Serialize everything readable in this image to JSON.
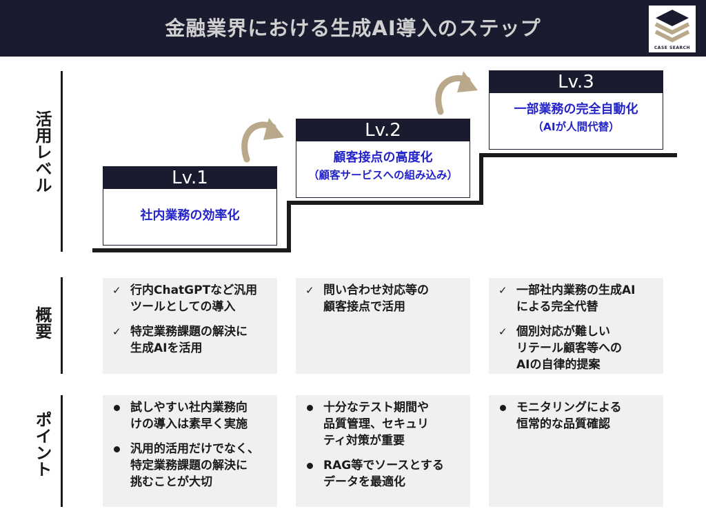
{
  "header": {
    "title": "金融業界における生成AI導入のステップ",
    "logo_text": "CASE SEARCH",
    "logo_icon": "stacked-chevrons-logo"
  },
  "row_labels": {
    "level": "活用レベル",
    "overview": "概要",
    "points": "ポイント"
  },
  "levels": [
    {
      "badge": "Lv.1",
      "title": "社内業務の効率化",
      "subtitle": ""
    },
    {
      "badge": "Lv.2",
      "title": "顧客接点の高度化",
      "subtitle": "（顧客サービスへの組み込み）"
    },
    {
      "badge": "Lv.3",
      "title": "一部業務の完全自動化",
      "subtitle": "（AIが人間代替）"
    }
  ],
  "overview": [
    [
      "行内ChatGPTなど汎用\nツールとしての導入",
      "特定業務課題の解決に\n生成AIを活用"
    ],
    [
      "問い合わせ対応等の\n顧客接点で活用"
    ],
    [
      "一部社内業務の生成AI\nによる完全代替",
      "個別対応が難しい\nリテール顧客等への\nAIの自律的提案"
    ]
  ],
  "points": [
    [
      "試しやすい社内業務向\nけの導入は素早く実施",
      "汎用的活用だけでなく、\n特定業務課題の解決に\n挑むことが大切"
    ],
    [
      "十分なテスト期間や\n品質管理、セキュリ\nティ対策が重要",
      "RAG等でソースとする\nデータを最適化"
    ],
    [
      "モニタリングによる\n恒常的な品質確認"
    ]
  ],
  "symbols": {
    "check": "✓"
  },
  "colors": {
    "navy": "#1b1b30",
    "accent_blue": "#2323c8",
    "gold": "#b9a98a",
    "panel_bg": "#f0f0f0"
  }
}
